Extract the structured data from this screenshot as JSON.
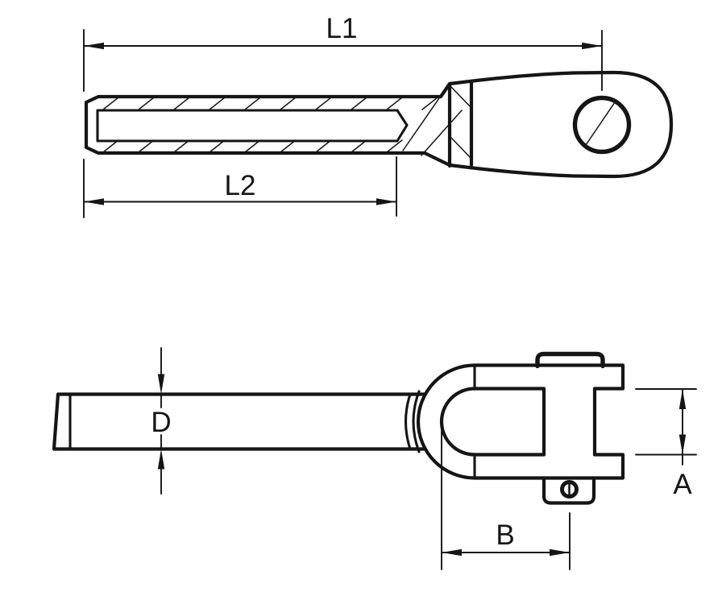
{
  "diagram": {
    "type": "technical-drawing",
    "background": "#ffffff",
    "line_color": "#151515",
    "views": [
      {
        "id": "eye-terminal-view",
        "dimension_labels": [
          "L1",
          "L2"
        ]
      },
      {
        "id": "fork-terminal-view",
        "dimension_labels": [
          "D",
          "A",
          "B"
        ]
      }
    ],
    "labels": {
      "l1": "L1",
      "l2": "L2",
      "d": "D",
      "a": "A",
      "b": "B"
    }
  }
}
